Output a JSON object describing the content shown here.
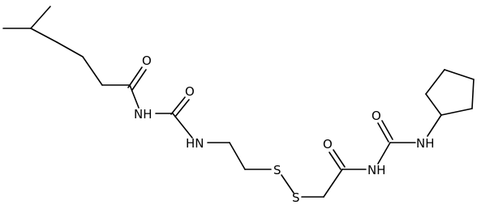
{
  "structure": {
    "atom_labels": {
      "o_top_left": "O",
      "nh_upper_left": "NH",
      "o_upper_middle": "O",
      "hn_left_middle": "HN",
      "s_first": "S",
      "s_second": "S",
      "o_carbonyl_right": "O",
      "nh_right_middle": "NH",
      "o_right_upper": "O",
      "nh_right": "NH"
    }
  }
}
